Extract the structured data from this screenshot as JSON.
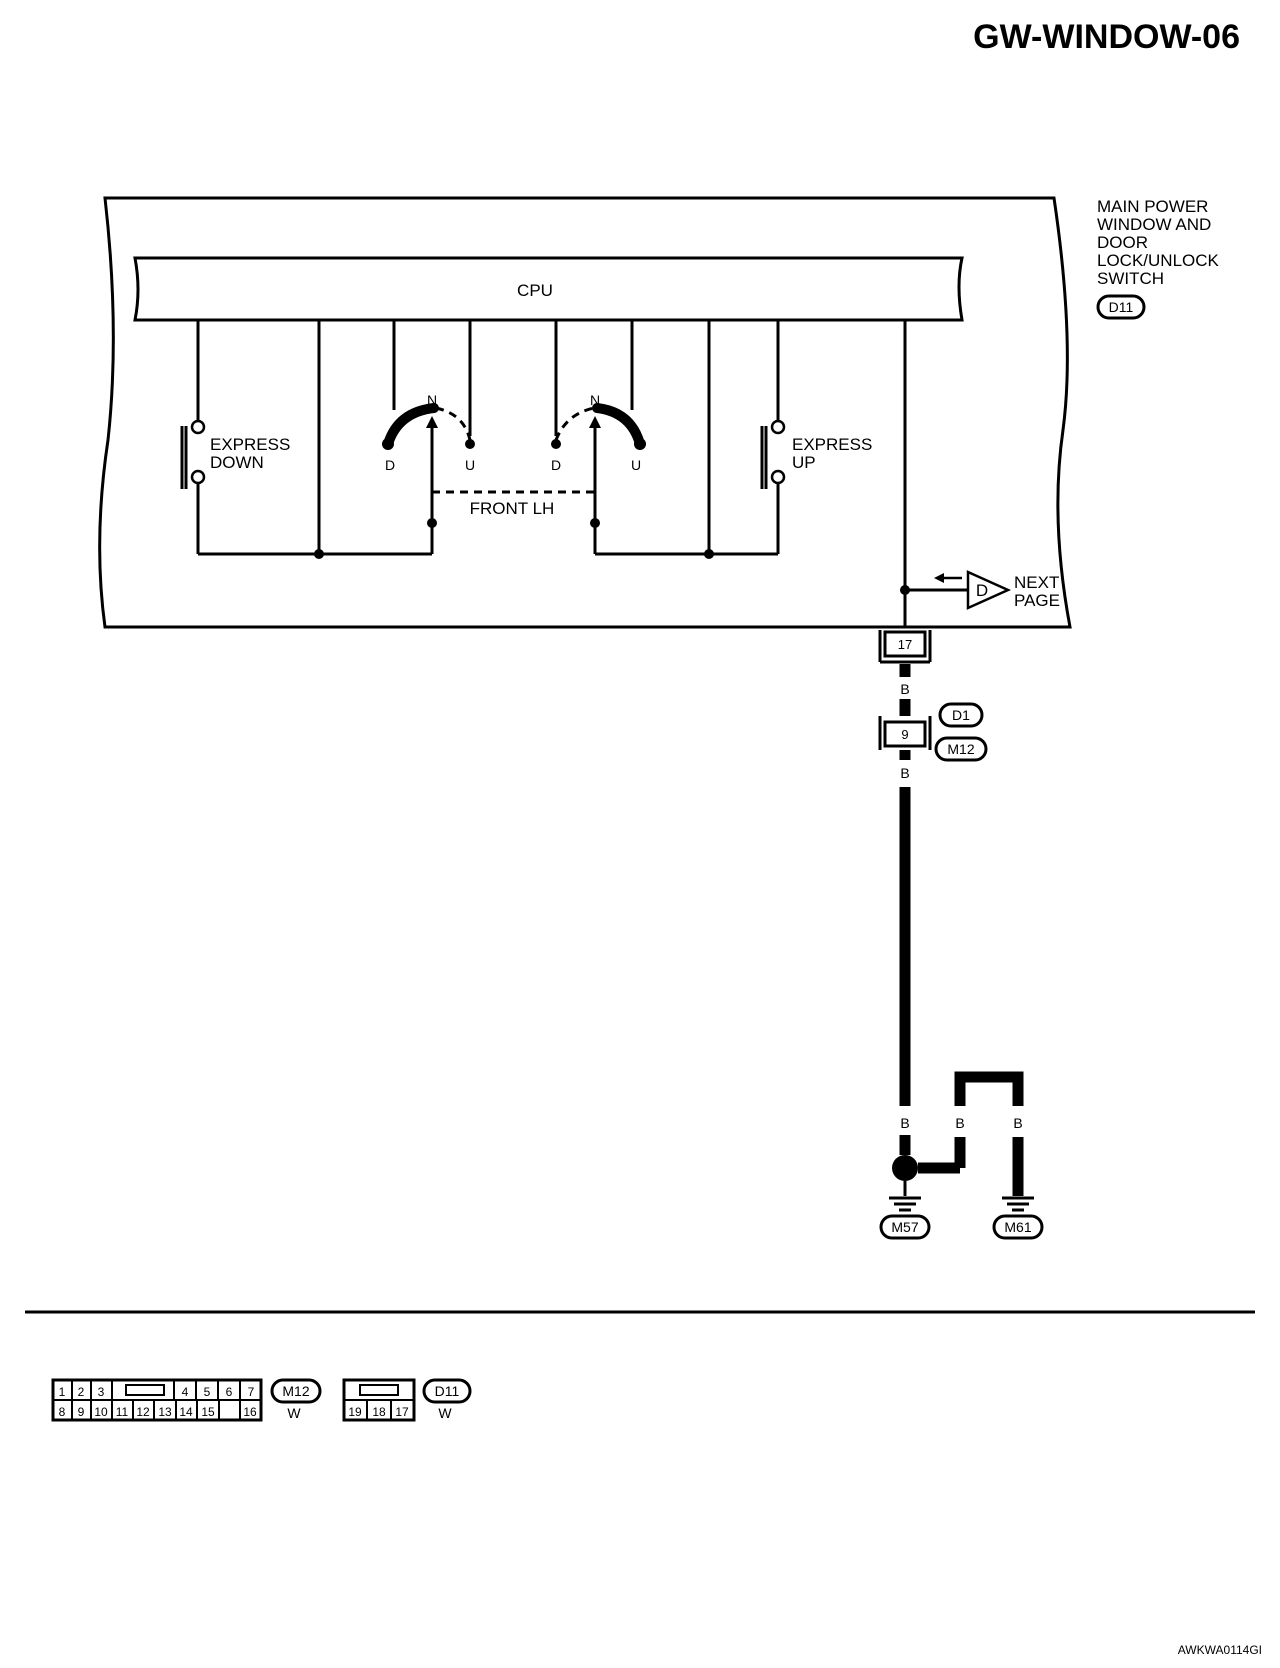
{
  "page_title": "GW-WINDOW-06",
  "component": {
    "name_lines": [
      "MAIN POWER",
      "WINDOW AND",
      "DOOR",
      "LOCK/UNLOCK",
      "SWITCH"
    ],
    "connector": "D11"
  },
  "cpu_label": "CPU",
  "switches": {
    "express_down": [
      "EXPRESS",
      "DOWN"
    ],
    "express_up": [
      "EXPRESS",
      "UP"
    ],
    "pos_n": "N",
    "pos_d": "D",
    "pos_u": "U",
    "front_lh": "FRONT LH"
  },
  "next_page": {
    "marker": "D",
    "lines": [
      "NEXT",
      "PAGE"
    ]
  },
  "wiring": {
    "terminal_d11": "17",
    "wire_color": "B",
    "joint_terminal": "9",
    "joint_connector_upper": "D1",
    "joint_connector_lower": "M12",
    "ground_left": "M57",
    "ground_right": "M61"
  },
  "connector_views": {
    "m12": {
      "row1": [
        "1",
        "2",
        "3",
        "4",
        "5",
        "6",
        "7"
      ],
      "row2": [
        "8",
        "9",
        "10",
        "11",
        "12",
        "13",
        "14",
        "15",
        "16"
      ],
      "id": "M12",
      "color": "W"
    },
    "d11": {
      "row": [
        "19",
        "18",
        "17"
      ],
      "id": "D11",
      "color": "W"
    }
  },
  "figure_code": "AWKWA0114GI"
}
